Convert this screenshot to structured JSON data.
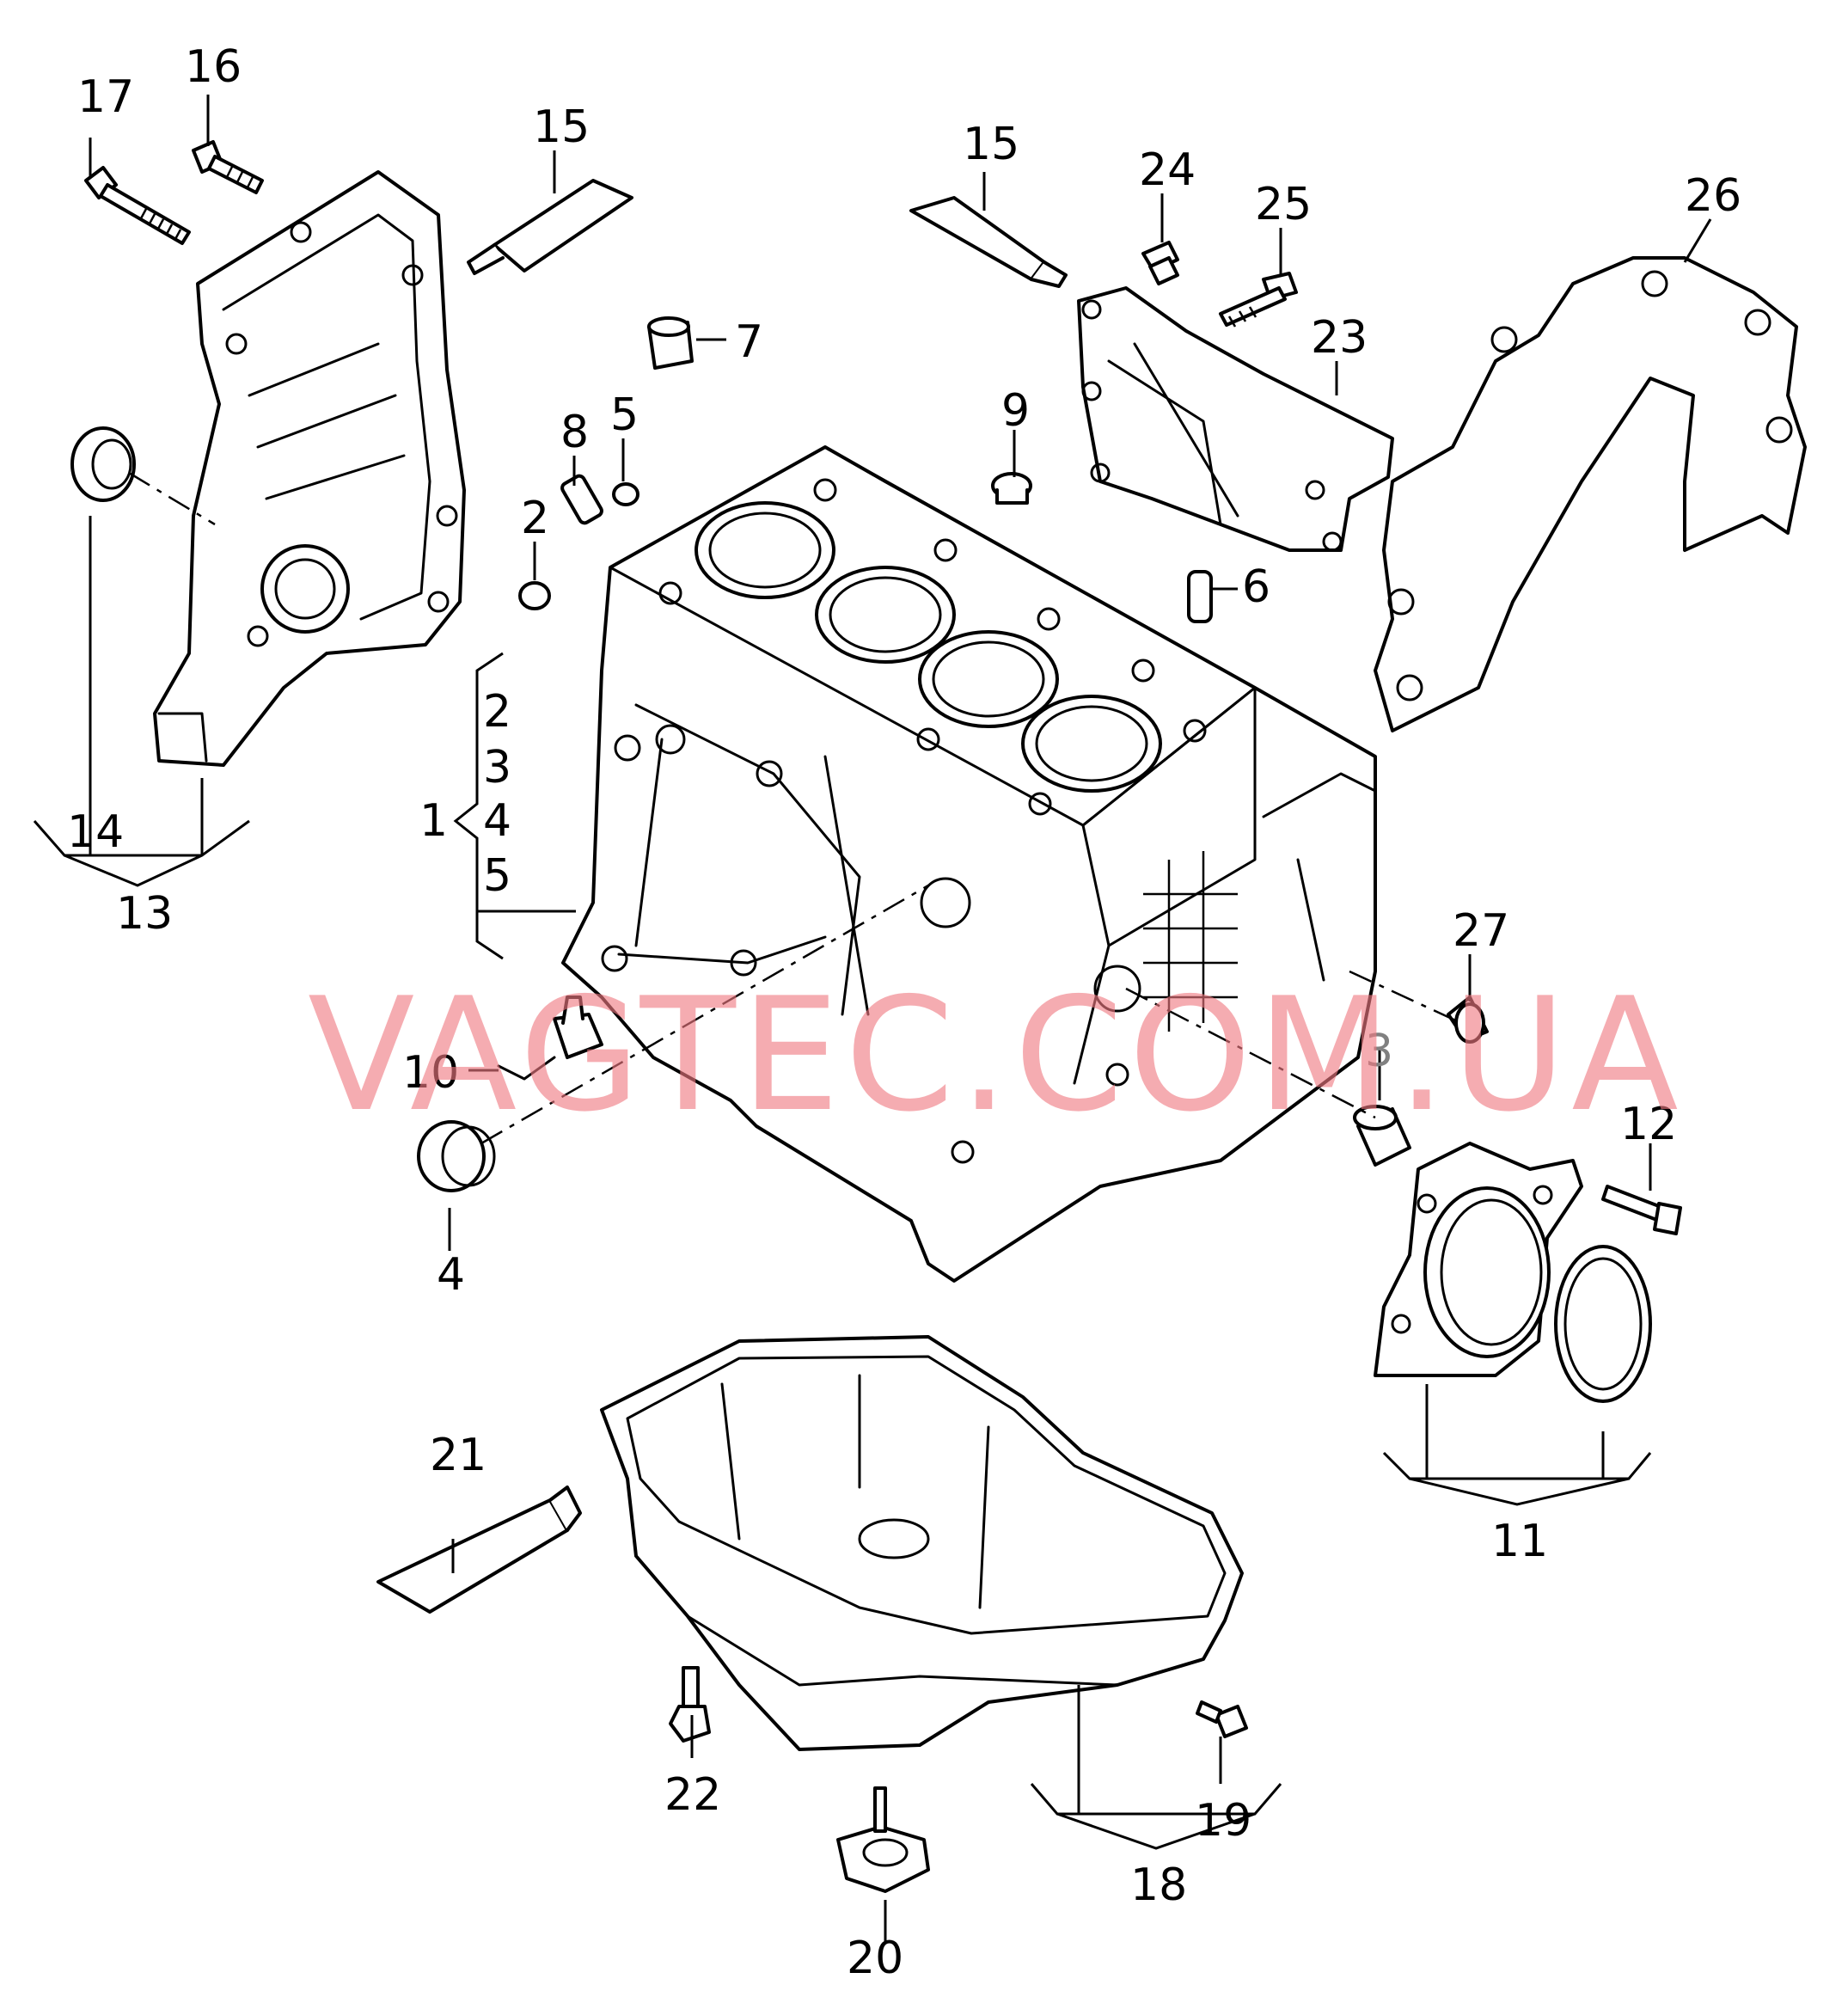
{
  "diagram": {
    "watermark": "VAGTEC.COM.UA",
    "callouts": {
      "c1": "1",
      "c2a": "2",
      "c2b": "2",
      "c3a": "3",
      "c3b": "3",
      "c4a": "4",
      "c4b": "4",
      "c5a": "5",
      "c5b": "5",
      "c6": "6",
      "c7": "7",
      "c8": "8",
      "c9": "9",
      "c10": "10",
      "c11": "11",
      "c12": "12",
      "c13": "13",
      "c14": "14",
      "c15a": "15",
      "c15b": "15",
      "c16": "16",
      "c17": "17",
      "c18": "18",
      "c19": "19",
      "c20": "20",
      "c21": "21",
      "c22": "22",
      "c23": "23",
      "c24": "24",
      "c25": "25",
      "c26": "26",
      "c27": "27"
    }
  }
}
